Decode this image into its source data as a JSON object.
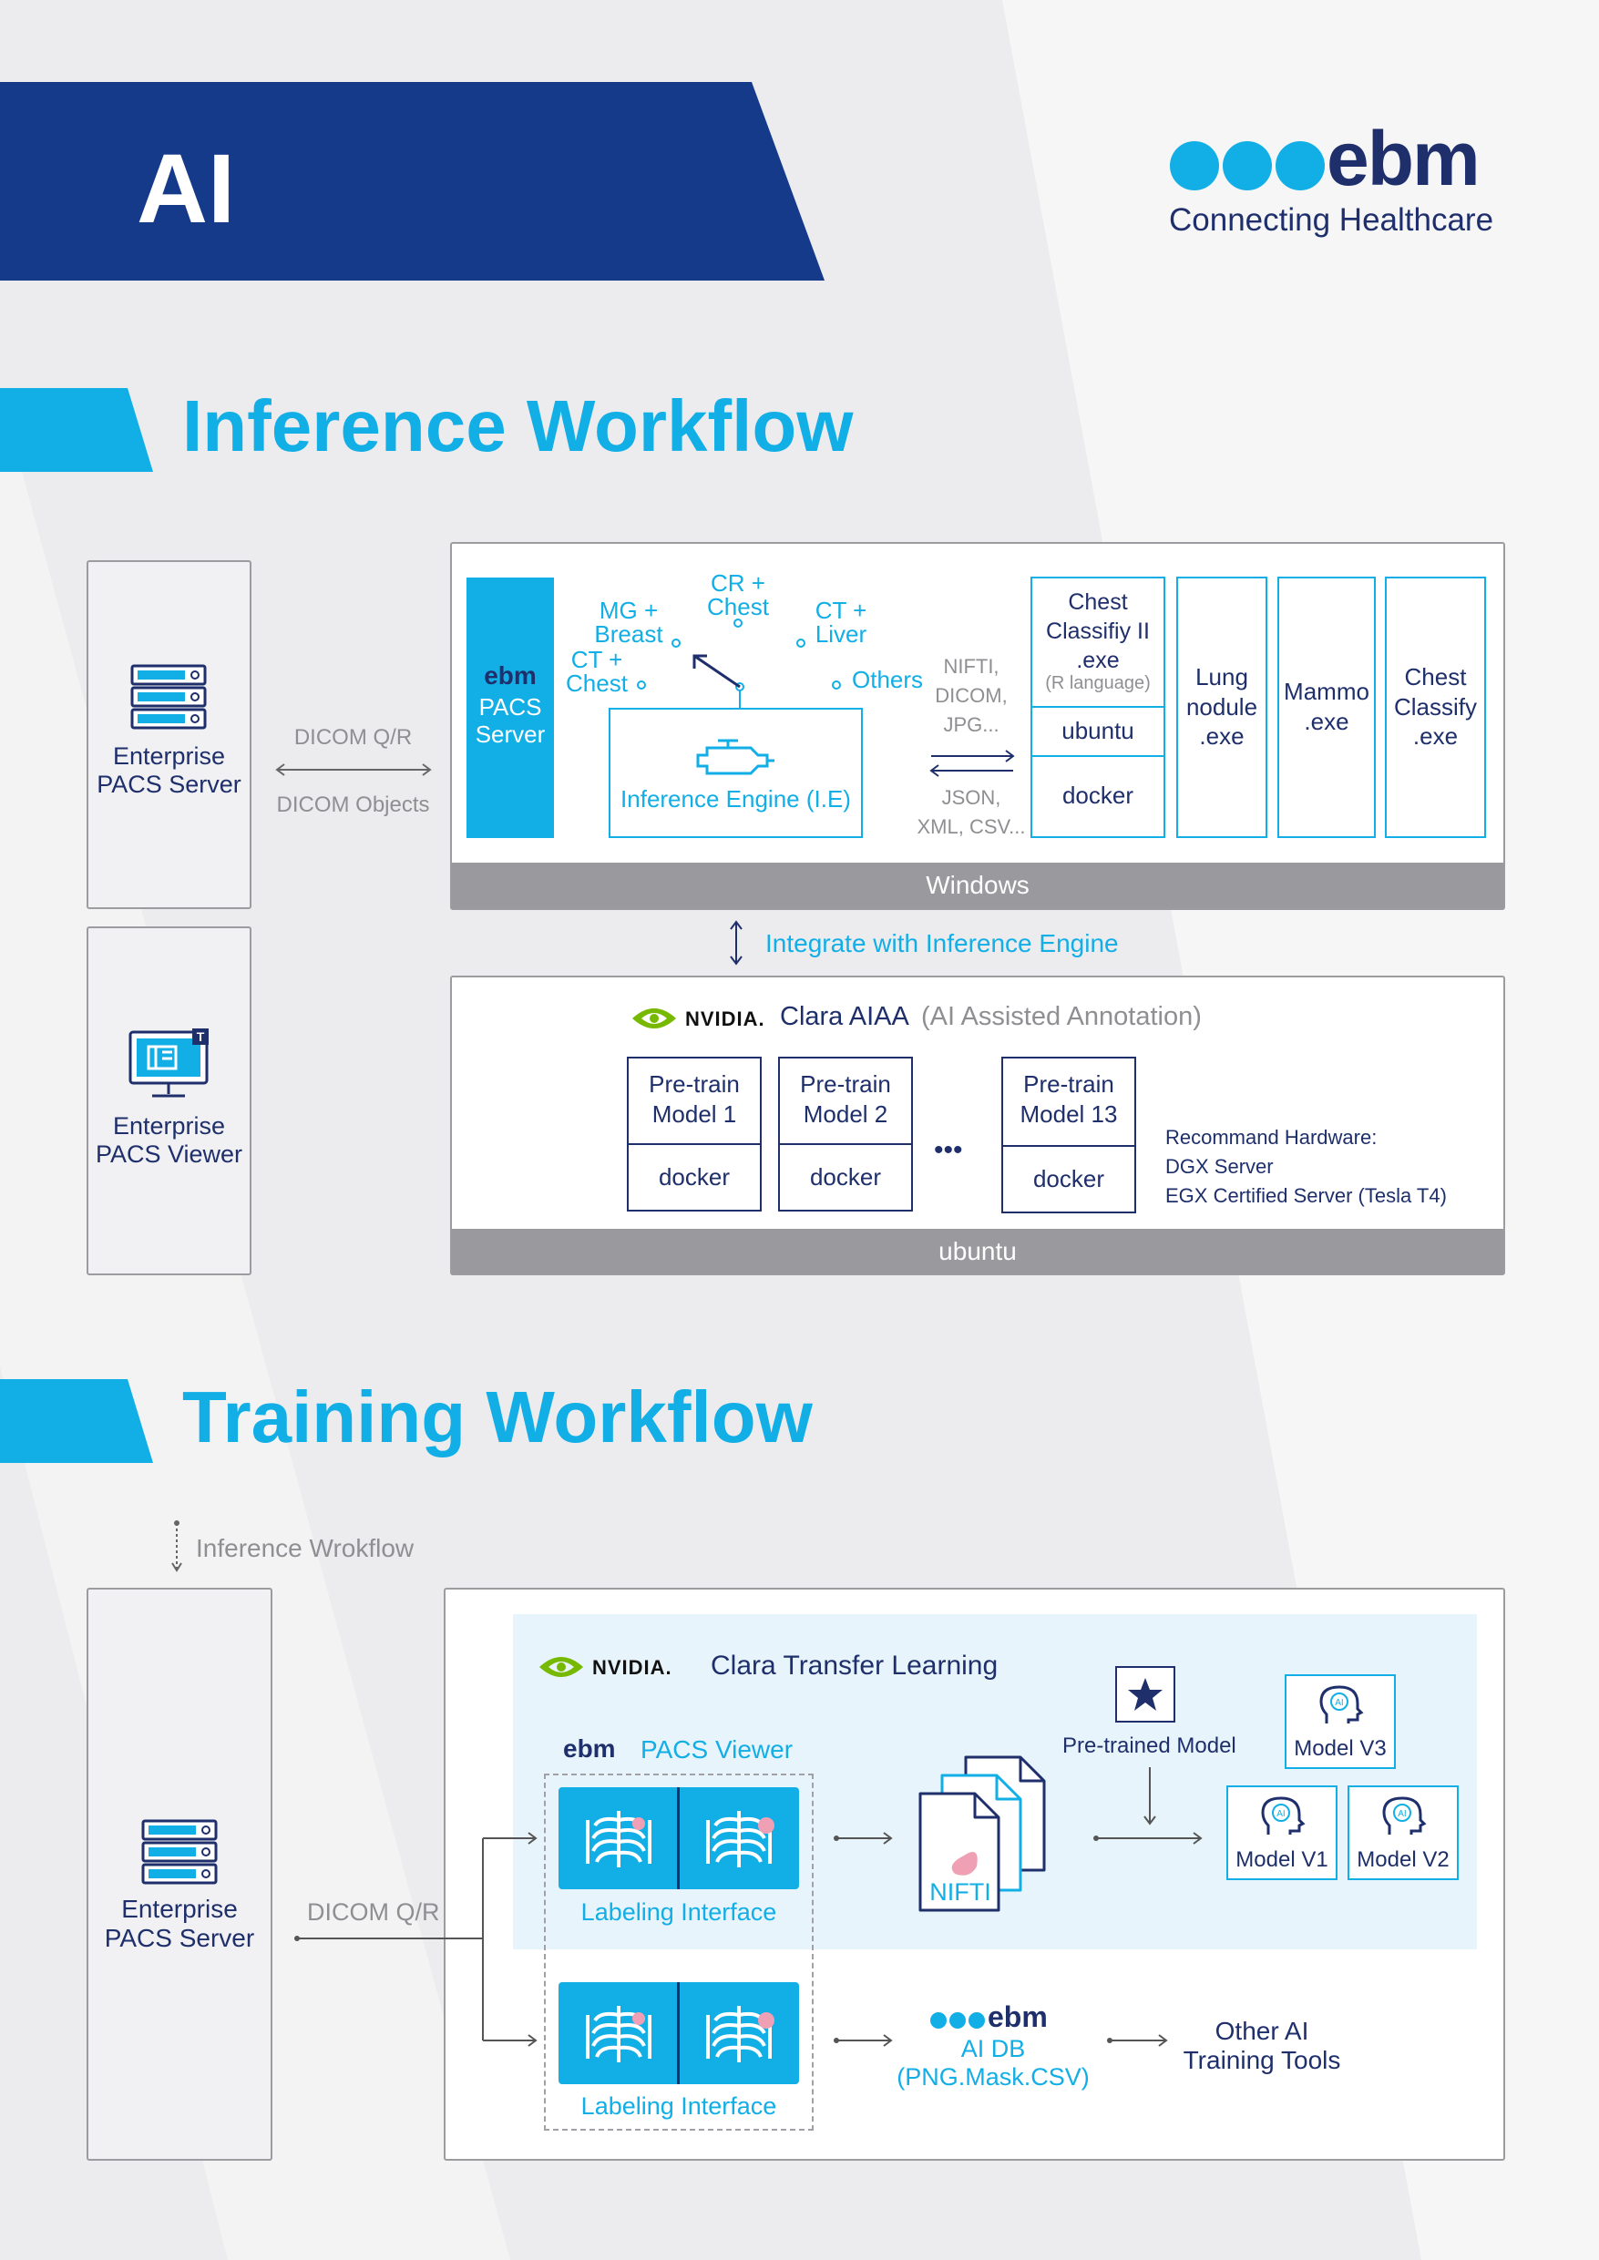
{
  "header": {
    "title": "AI",
    "brand": "ebm",
    "tagline": "Connecting Healthcare"
  },
  "inference": {
    "heading": "Inference Workflow",
    "enterprise_pacs_server": [
      "Enterprise",
      "PACS Server"
    ],
    "enterprise_pacs_viewer": [
      "Enterprise",
      "PACS Viewer"
    ],
    "dicom_qr": "DICOM Q/R",
    "dicom_objects": "DICOM Objects",
    "pacs_brand": "ebm",
    "pacs_label": [
      "PACS",
      "Server"
    ],
    "modalities": {
      "cr_chest": [
        "CR +",
        "Chest"
      ],
      "mg_breast": [
        "MG +",
        "Breast"
      ],
      "ct_liver": [
        "CT +",
        "Liver"
      ],
      "ct_chest": [
        "CT +",
        "Chest"
      ],
      "others": "Others"
    },
    "engine_label": "Inference Engine (I.E)",
    "formats_in": [
      "NIFTI,",
      "DICOM,",
      "JPG..."
    ],
    "formats_out": [
      "JSON,",
      "XML, CSV..."
    ],
    "chest_classify_ii": [
      "Chest",
      "Classifiy II",
      ".exe"
    ],
    "r_language": "(R language)",
    "ubuntu": "ubuntu",
    "docker": "docker",
    "lung_nodule": [
      "Lung",
      "nodule",
      ".exe"
    ],
    "mammo": [
      "Mammo",
      ".exe"
    ],
    "chest_classify": [
      "Chest",
      "Classify",
      ".exe"
    ],
    "windows_bar": "Windows",
    "integrate": "Integrate with Inference Engine",
    "nvidia": "NVIDIA.",
    "clara_aiaa": "Clara AIAA",
    "clara_aiaa_sub": "(AI Assisted Annotation)",
    "models": [
      {
        "name": [
          "Pre-train",
          "Model 1"
        ],
        "runtime": "docker"
      },
      {
        "name": [
          "Pre-train",
          "Model 2"
        ],
        "runtime": "docker"
      },
      {
        "name": [
          "Pre-train",
          "Model 13"
        ],
        "runtime": "docker"
      }
    ],
    "ellipsis": "•••",
    "hardware": [
      "Recommand Hardware:",
      "DGX Server",
      "EGX Certified Server (Tesla T4)"
    ],
    "ubuntu_bar": "ubuntu"
  },
  "training": {
    "heading": "Training Workflow",
    "inference_ref": "Inference Wrokflow",
    "enterprise_pacs_server": [
      "Enterprise",
      "PACS Server"
    ],
    "dicom_qr": "DICOM Q/R",
    "nvidia": "NVIDIA.",
    "clara_transfer": "Clara Transfer Learning",
    "viewer_brand": "ebm",
    "viewer_label": "PACS Viewer",
    "labeling_1": "Labeling Interface",
    "labeling_2": "Labeling Interface",
    "nifti": "NIFTI",
    "pretrained": "Pre-trained Model",
    "model_v3": "Model V3",
    "model_v1": "Model V1",
    "model_v2": "Model V2",
    "ai_db_brand": "ebm",
    "ai_db": [
      "AI DB",
      "(PNG.Mask.CSV)"
    ],
    "other_tools": [
      "Other AI",
      "Training Tools"
    ]
  },
  "colors": {
    "navy": "#1e2f6b",
    "cyan": "#12aee6",
    "gray": "#9a9a9e",
    "banner": "#163a8a"
  }
}
